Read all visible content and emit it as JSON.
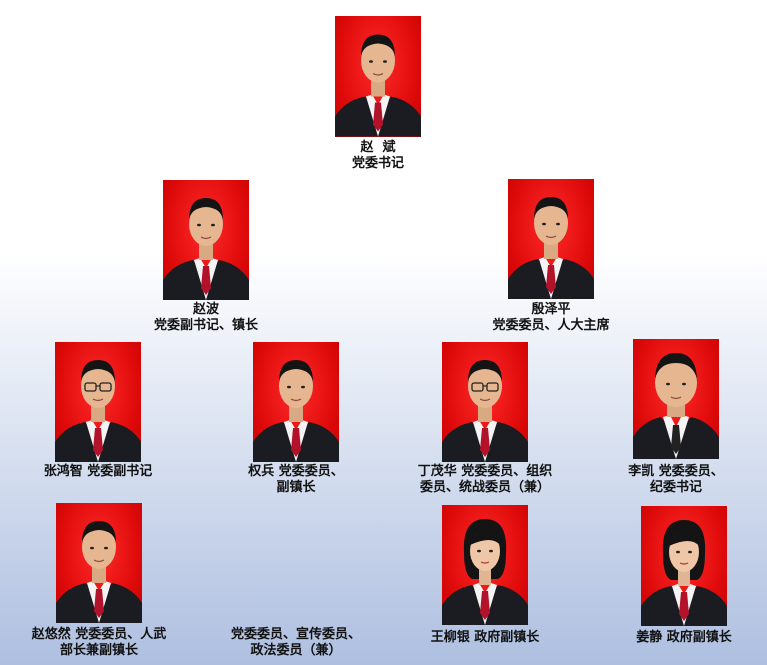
{
  "page": {
    "background_gradient": [
      "#ffffff",
      "#aebfe0"
    ],
    "photo_background": "#e10c0c"
  },
  "members": [
    {
      "id": "zhao-bin",
      "name": "赵  斌",
      "line1": "党委书记",
      "line2": "",
      "photo": "portrait-man"
    },
    {
      "id": "zhao-bo",
      "name": "赵波",
      "line1": "党委副书记、镇长",
      "line2": "",
      "photo": "portrait-man"
    },
    {
      "id": "yin-zeping",
      "name": "殷泽平",
      "line1": "党委委员、人大主席",
      "line2": "",
      "photo": "portrait-man"
    },
    {
      "id": "zhang-hongzhi",
      "name": "张鸿智",
      "line1": "党委副书记",
      "line2": "",
      "photo": "portrait-man-glasses"
    },
    {
      "id": "quan-bing",
      "name": "权兵",
      "line1": "党委委员、",
      "line2": "副镇长",
      "photo": "portrait-man"
    },
    {
      "id": "ding-maohua",
      "name": "丁茂华",
      "line1": "党委委员、组织",
      "line2": "委员、统战委员（兼）",
      "photo": "portrait-man-glasses"
    },
    {
      "id": "li-kai",
      "name": "李凯",
      "line1": "党委委员、",
      "line2": "纪委书记",
      "photo": "portrait-man-round"
    },
    {
      "id": "zhao-youran",
      "name": "赵悠然",
      "line1": "党委委员、人武",
      "line2": "部长兼副镇长",
      "photo": "portrait-man"
    },
    {
      "id": "unnamed",
      "name": "",
      "line1": "党委委员、宣传委员、",
      "line2": "政法委员（兼）",
      "photo": ""
    },
    {
      "id": "wang-liuyin",
      "name": "王柳银",
      "line1": "政府副镇长",
      "line2": "",
      "photo": "portrait-woman"
    },
    {
      "id": "jiang-jing",
      "name": "姜静",
      "line1": "政府副镇长",
      "line2": "",
      "photo": "portrait-woman"
    }
  ]
}
